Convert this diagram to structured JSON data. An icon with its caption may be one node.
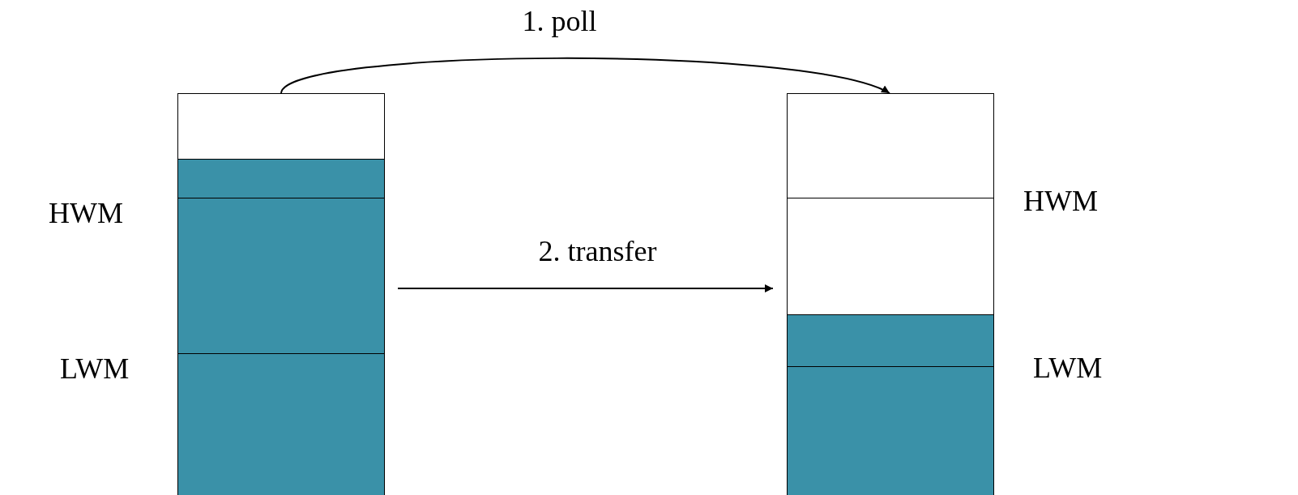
{
  "diagram": {
    "nodes": [
      {
        "text": [],
        "shape": "bar"
      },
      {
        "text": [],
        "shape": "bar"
      }
    ],
    "edges": [
      {
        "from": 0,
        "to": 1,
        "arrow": "to",
        "label": "1. poll"
      },
      {
        "from": 0,
        "to": 1,
        "arrow": "to",
        "label": "2. transfer"
      }
    ],
    "labels": [
      "HWM",
      "HWM",
      "LWM",
      "LWM"
    ]
  }
}
